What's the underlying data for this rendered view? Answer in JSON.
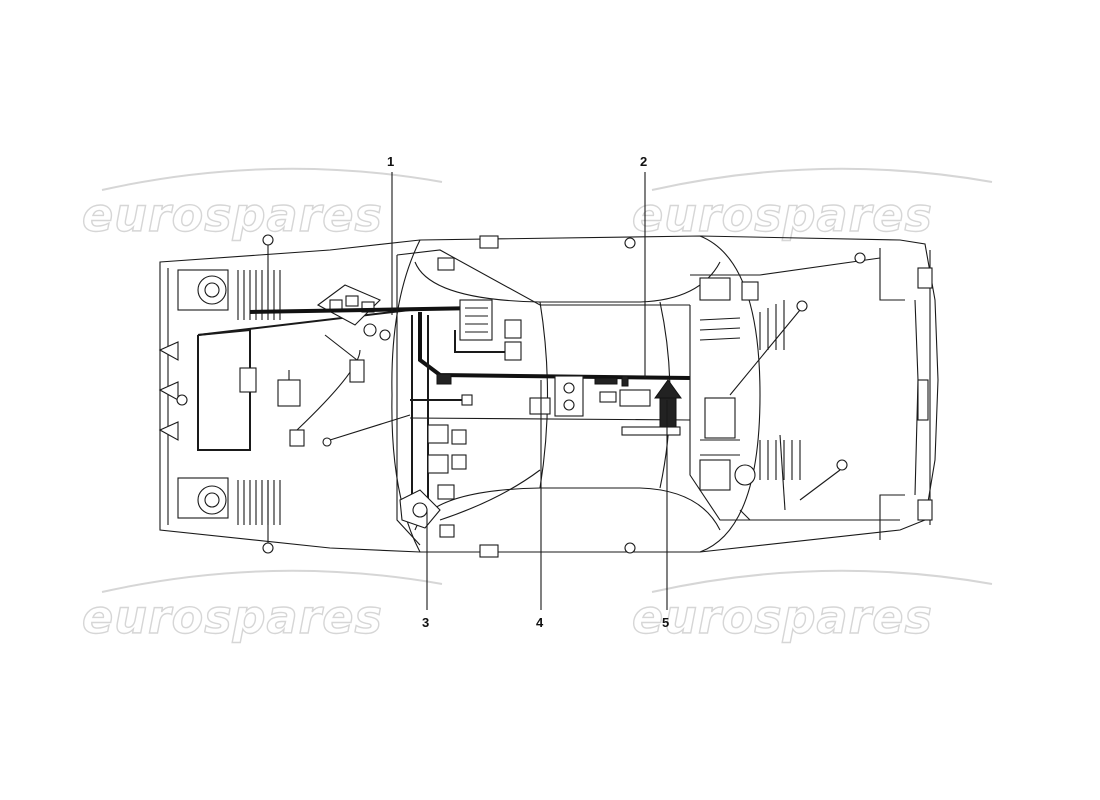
{
  "watermark": {
    "text": "eurospares"
  },
  "callouts": [
    {
      "id": "c1",
      "label": "1"
    },
    {
      "id": "c2",
      "label": "2"
    },
    {
      "id": "c3",
      "label": "3"
    },
    {
      "id": "c4",
      "label": "4"
    },
    {
      "id": "c5",
      "label": "5"
    }
  ],
  "colors": {
    "line": "#1a1a1a",
    "watermark_outline": "#d6d6d6",
    "background": "#ffffff"
  }
}
